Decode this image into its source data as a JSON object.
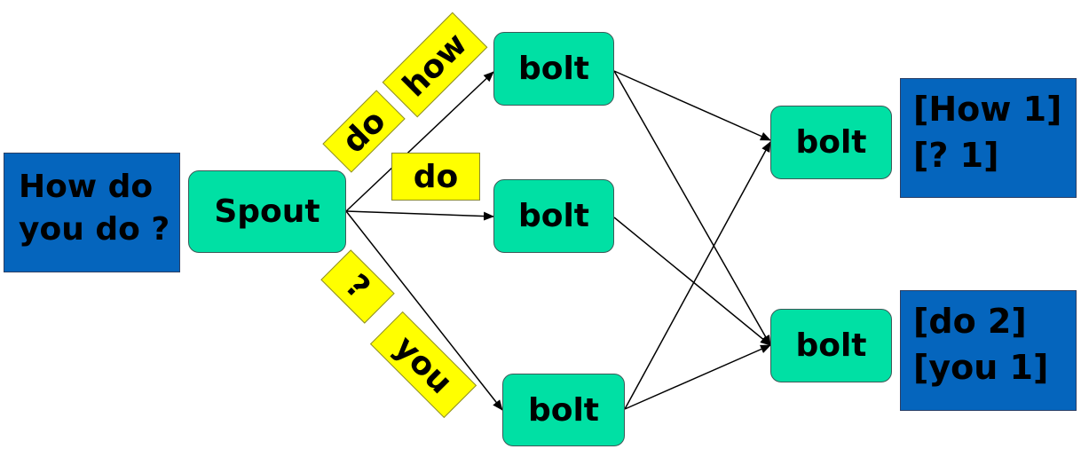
{
  "input": {
    "lines": [
      "How do",
      "you do ?"
    ]
  },
  "spout": {
    "label": "Spout"
  },
  "bolts": {
    "top": "bolt",
    "middle": "bolt",
    "bottom": "bolt",
    "right_top": "bolt",
    "right_bottom": "bolt"
  },
  "tuples": {
    "how": "how",
    "do_diag": "do",
    "do_flat": "do",
    "question": "?",
    "you": "you"
  },
  "outputs": {
    "top": [
      "[How 1]",
      "[? 1]"
    ],
    "bottom": [
      "[do 2]",
      "[you 1]"
    ]
  },
  "colors": {
    "input_box": "#0565bd",
    "node": "#00e0a4",
    "tuple_tag": "#ffff00",
    "edge": "#000000"
  }
}
